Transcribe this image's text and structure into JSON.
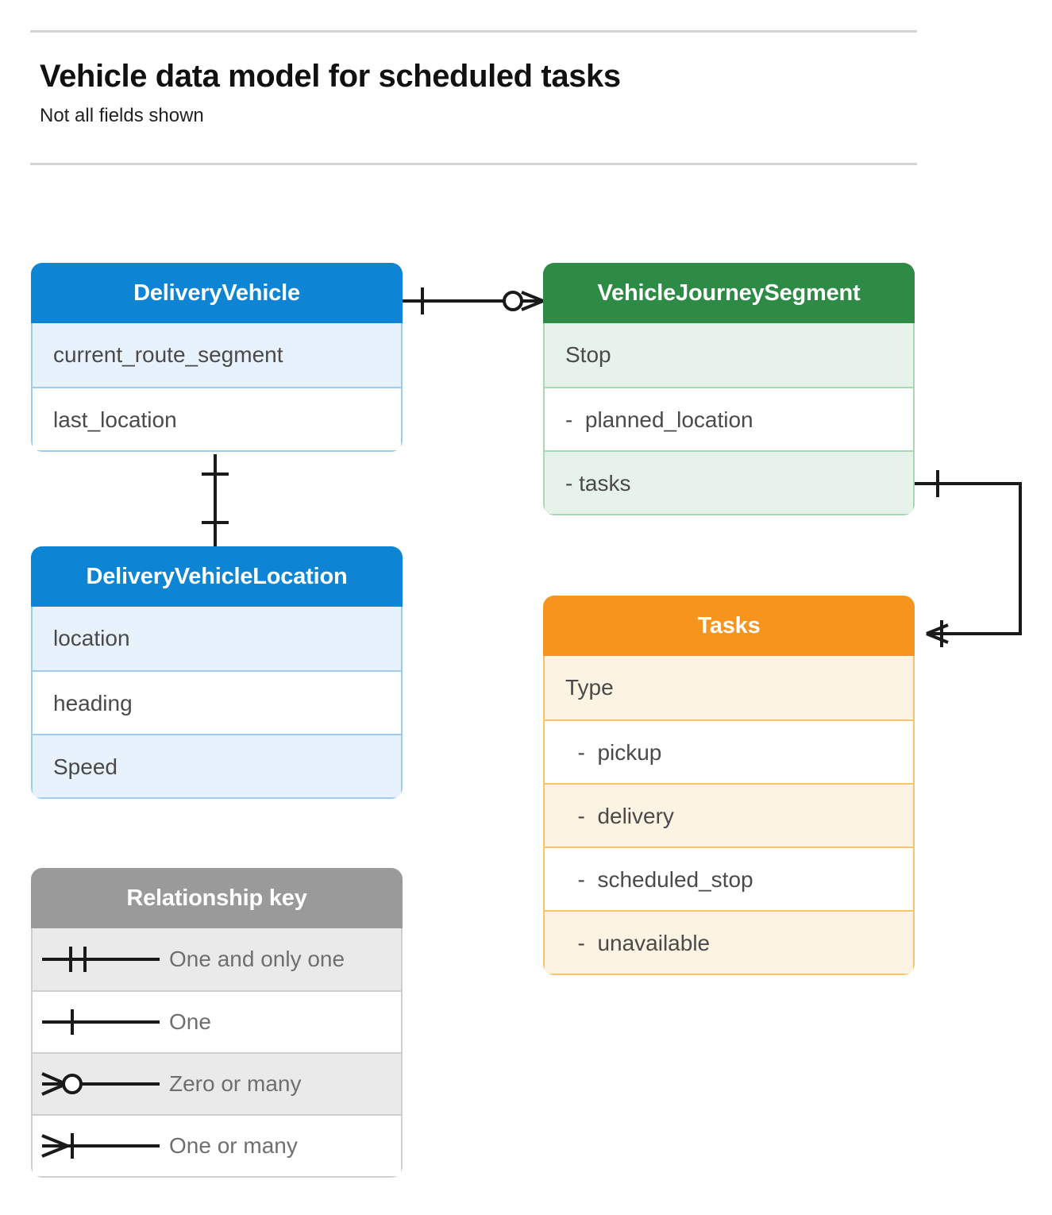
{
  "header": {
    "title": "Vehicle data model for scheduled tasks",
    "subtitle": "Not all fields shown"
  },
  "colors": {
    "blue_header": "#0d84d4",
    "blue_row": "#e8f2fd",
    "blue_border": "#9ecbf0",
    "green_header": "#2e8b46",
    "green_row": "#e7f3ea",
    "green_border": "#a9d7b8",
    "orange_header": "#f7941d",
    "orange_row": "#fdf3e3",
    "orange_border": "#f8c46a",
    "gray_header": "#9a9a9a",
    "gray_row": "#eaeaea",
    "gray_border": "#cfcfcf",
    "connector": "#1a1a1a",
    "rule": "#d4d4d4",
    "field_text": "#4a4a4a",
    "legend_text": "#6f6f6f"
  },
  "entities": {
    "delivery_vehicle": {
      "name": "DeliveryVehicle",
      "fields": [
        "current_route_segment",
        "last_location"
      ]
    },
    "vehicle_journey_segment": {
      "name": "VehicleJourneySegment",
      "fields": [
        "Stop",
        "-  planned_location",
        "- tasks"
      ]
    },
    "delivery_vehicle_location": {
      "name": "DeliveryVehicleLocation",
      "fields": [
        "location",
        "heading",
        "Speed"
      ]
    },
    "tasks": {
      "name": "Tasks",
      "fields": [
        "Type",
        "  -  pickup",
        "  -  delivery",
        "  -  scheduled_stop",
        "  -  unavailable"
      ]
    }
  },
  "legend": {
    "title": "Relationship key",
    "items": [
      {
        "symbol": "one-and-only-one",
        "label": "One and only one"
      },
      {
        "symbol": "one",
        "label": "One"
      },
      {
        "symbol": "zero-or-many",
        "label": "Zero or many"
      },
      {
        "symbol": "one-or-many",
        "label": "One or many"
      }
    ]
  },
  "relationships": [
    {
      "from": "DeliveryVehicle",
      "to": "VehicleJourneySegment",
      "from_cardinality": "one",
      "to_cardinality": "zero-or-many"
    },
    {
      "from": "DeliveryVehicle",
      "to": "DeliveryVehicleLocation",
      "from_cardinality": "one",
      "to_cardinality": "one"
    },
    {
      "from": "VehicleJourneySegment.tasks",
      "to": "Tasks",
      "from_cardinality": "one",
      "to_cardinality": "one-or-many"
    }
  ]
}
